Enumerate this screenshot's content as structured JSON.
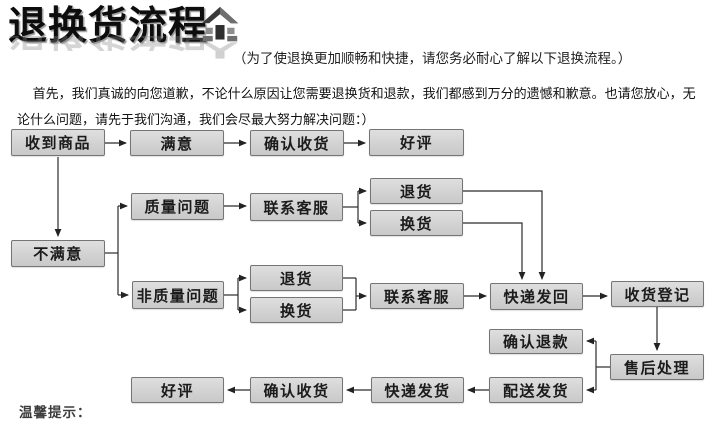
{
  "header": {
    "title": "退换货流程",
    "subtitle": "（为了使退换更加顺畅和快捷，请您务必耐心了解以下退换流程。）",
    "logo_icon": "house-up-arrow-icon"
  },
  "intro": "首先，我们真诚的向您道歉，不论什么原因让您需要退换货和退款，我们都感到万分的遗憾和歉意。也请您放心，无论什么问题，请先于我们沟通，我们会尽最大努力解决问题：）",
  "footer": {
    "tip": "温馨提示："
  },
  "colors": {
    "box_fill_top": "#dfdfdf",
    "box_fill_bottom": "#c9c9c9",
    "box_border": "#757575",
    "arrow": "#232323",
    "title_text": "#0d0d0d"
  },
  "flow": {
    "nodes": [
      {
        "id": "receive-goods",
        "label": "收到商品"
      },
      {
        "id": "satisfied",
        "label": "满意"
      },
      {
        "id": "confirm-receipt-1",
        "label": "确认收货"
      },
      {
        "id": "good-review-1",
        "label": "好评"
      },
      {
        "id": "quality-issue",
        "label": "质量问题"
      },
      {
        "id": "contact-service-1",
        "label": "联系客服"
      },
      {
        "id": "return-goods-1",
        "label": "退货"
      },
      {
        "id": "exchange-goods-1",
        "label": "换货"
      },
      {
        "id": "unsatisfied",
        "label": "不满意"
      },
      {
        "id": "non-quality-issue",
        "label": "非质量问题"
      },
      {
        "id": "return-goods-2",
        "label": "退货"
      },
      {
        "id": "exchange-goods-2",
        "label": "换货"
      },
      {
        "id": "contact-service-2",
        "label": "联系客服"
      },
      {
        "id": "express-return",
        "label": "快递发回"
      },
      {
        "id": "receipt-registration",
        "label": "收货登记"
      },
      {
        "id": "after-sale-processing",
        "label": "售后处理"
      },
      {
        "id": "confirm-refund",
        "label": "确认退款"
      },
      {
        "id": "dispatch-goods",
        "label": "配送发货"
      },
      {
        "id": "express-delivery",
        "label": "快递发货"
      },
      {
        "id": "confirm-receipt-2",
        "label": "确认收货"
      },
      {
        "id": "good-review-2",
        "label": "好评"
      }
    ]
  }
}
